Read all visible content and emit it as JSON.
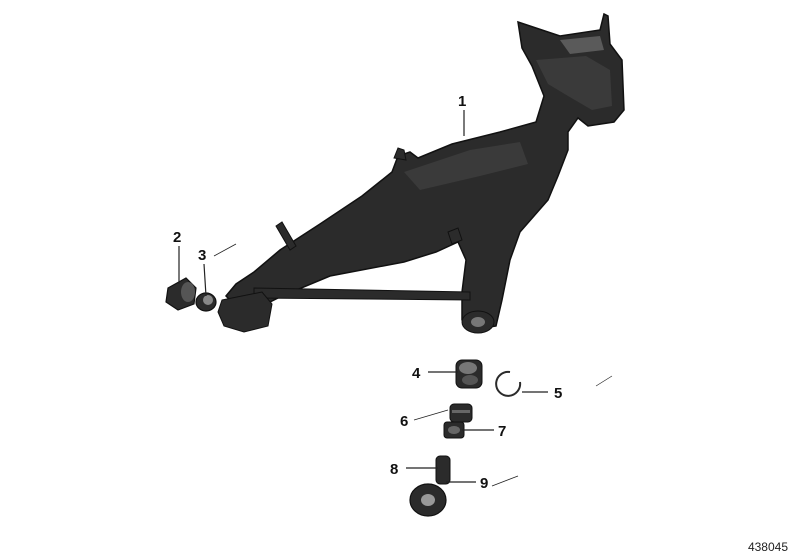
{
  "callouts": {
    "c1": "1",
    "c2": "2",
    "c3": "3",
    "c4": "4",
    "c5": "5",
    "c6": "6",
    "c7": "7",
    "c8": "8",
    "c9": "9"
  },
  "reference_number": "438045",
  "colors": {
    "part_fill": "#2b2b2b",
    "part_highlight": "#5a5a5a",
    "line": "#222222",
    "background": "#ffffff"
  }
}
